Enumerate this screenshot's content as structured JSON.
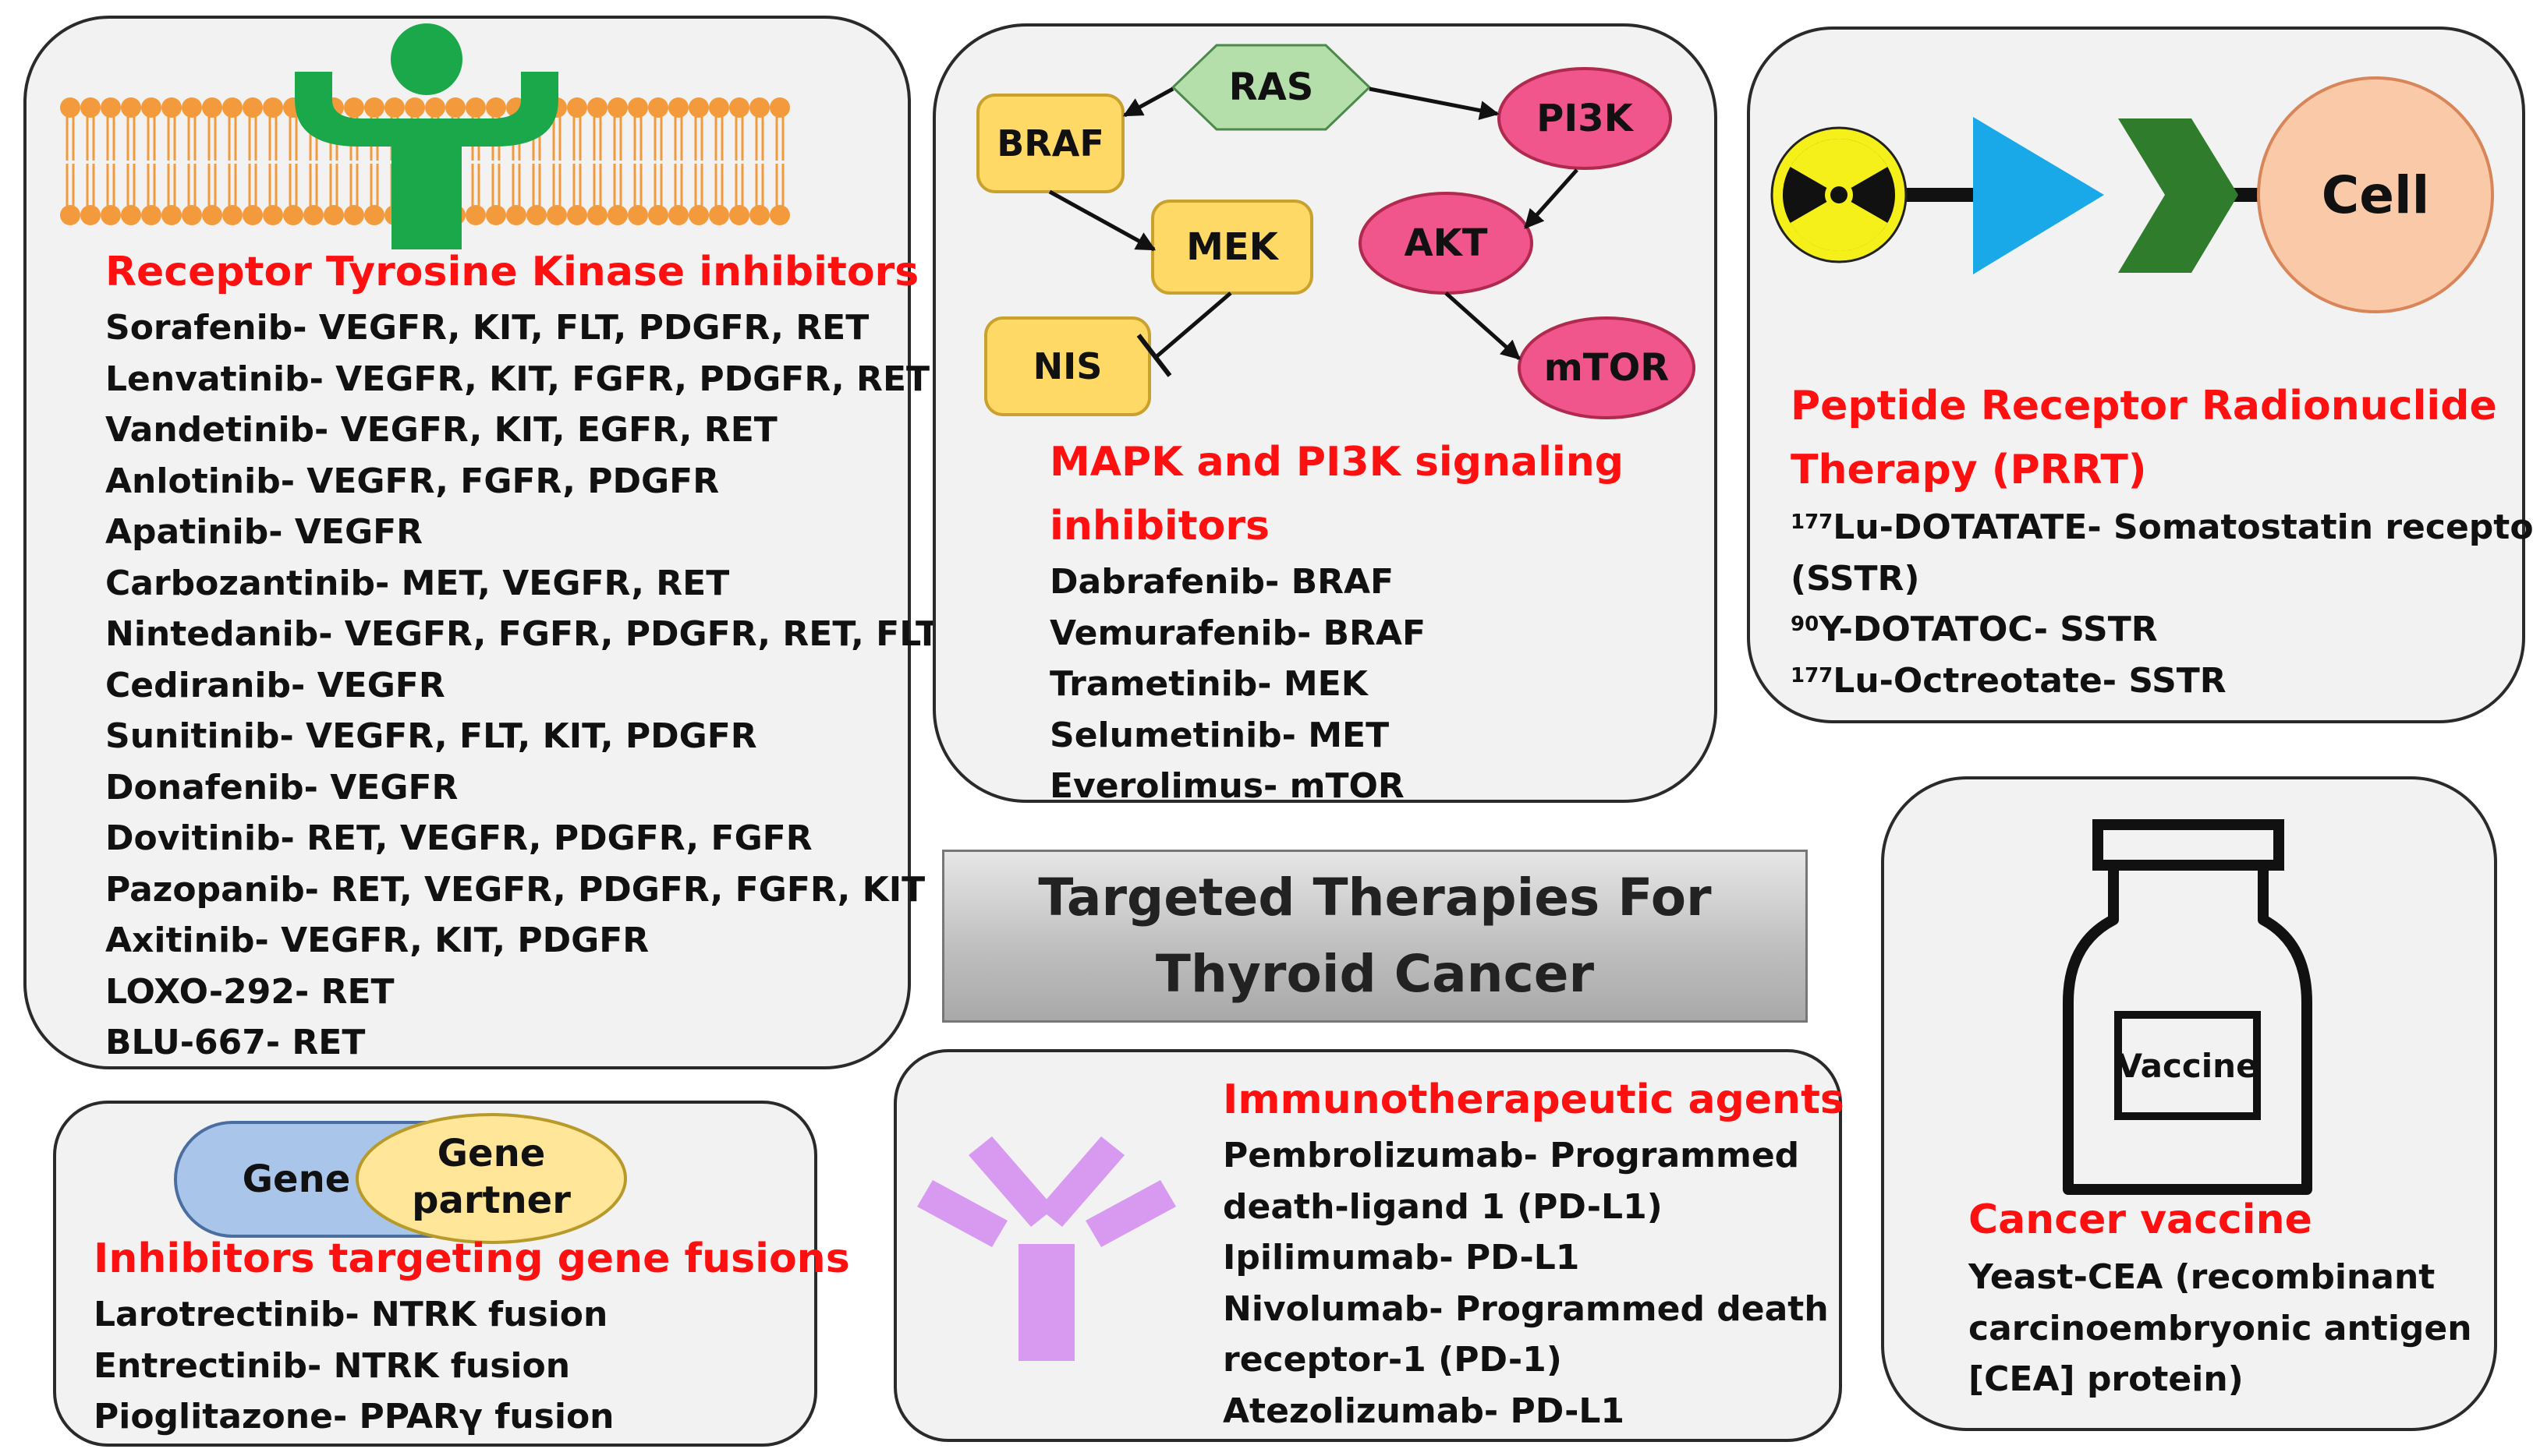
{
  "title": "Targeted Therapies For Thyroid Cancer",
  "rtk": {
    "heading": "Receptor Tyrosine Kinase inhibitors",
    "items": [
      "Sorafenib- VEGFR, KIT, FLT, PDGFR, RET",
      "Lenvatinib- VEGFR, KIT, FGFR, PDGFR, RET",
      "Vandetinib- VEGFR, KIT, EGFR, RET",
      "Anlotinib- VEGFR, FGFR, PDGFR",
      "Apatinib- VEGFR",
      "Carbozantinib- MET, VEGFR, RET",
      "Nintedanib- VEGFR, FGFR, PDGFR, RET, FLT",
      "Cediranib- VEGFR",
      "Sunitinib- VEGFR, FLT, KIT, PDGFR",
      "Donafenib- VEGFR",
      "Dovitinib- RET, VEGFR, PDGFR, FGFR",
      "Pazopanib- RET, VEGFR, PDGFR, FGFR, KIT",
      "Axitinib- VEGFR, KIT, PDGFR",
      "LOXO-292- RET",
      "BLU-667- RET"
    ]
  },
  "mapk": {
    "heading_line1": "MAPK and PI3K signaling",
    "heading_line2": "inhibitors",
    "nodes": {
      "ras": "RAS",
      "braf": "BRAF",
      "pi3k": "PI3K",
      "mek": "MEK",
      "akt": "AKT",
      "nis": "NIS",
      "mtor": "mTOR"
    },
    "items": [
      "Dabrafenib- BRAF",
      "Vemurafenib- BRAF",
      "Trametinib- MEK",
      "Selumetinib- MET",
      "Everolimus- mTOR"
    ]
  },
  "prrt": {
    "heading_line1": "Peptide Receptor Radionuclide",
    "heading_line2": "Therapy (PRRT)",
    "cell_label": "Cell",
    "items": [
      {
        "sup": "177",
        "text": "Lu-DOTATATE-  Somatostatin receptor"
      },
      {
        "sup": "",
        "text": "(SSTR)"
      },
      {
        "sup": "90",
        "text": "Y-DOTATOC-  SSTR"
      },
      {
        "sup": "177",
        "text": "Lu-Octreotate- SSTR"
      }
    ]
  },
  "fusion": {
    "heading": "Inhibitors targeting gene fusions",
    "gene_label": "Gene",
    "partner_line1": "Gene",
    "partner_line2": "partner",
    "items": [
      "Larotrectinib- NTRK fusion",
      "Entrectinib- NTRK fusion",
      "Pioglitazone- PPARγ fusion"
    ]
  },
  "immuno": {
    "heading": "Immunotherapeutic agents",
    "items": [
      "Pembrolizumab- Programmed",
      "death-ligand 1 (PD-L1)",
      "Ipilimumab- PD-L1",
      "Nivolumab- Programmed death",
      "receptor-1 (PD-1)",
      "Atezolizumab- PD-L1"
    ]
  },
  "vaccine": {
    "heading": "Cancer vaccine",
    "bottle_label": "Vaccine",
    "items": [
      "Yeast-CEA (recombinant",
      "carcinoembryonic antigen",
      "[CEA] protein)"
    ]
  },
  "colors": {
    "heading_red": "#ff1010",
    "membrane_orange": "#f39a3c",
    "receptor_green": "#1aa84a",
    "node_yellow": "#ffd966",
    "node_pink": "#f0558c",
    "ras_green": "#b5dfaa",
    "cell_peach": "#f9c9a8",
    "triangle_blue": "#19a9e8",
    "chevron_green": "#2f7d2c",
    "antibody_violet": "#d79af0",
    "gene_blue": "#a9c6ea"
  }
}
